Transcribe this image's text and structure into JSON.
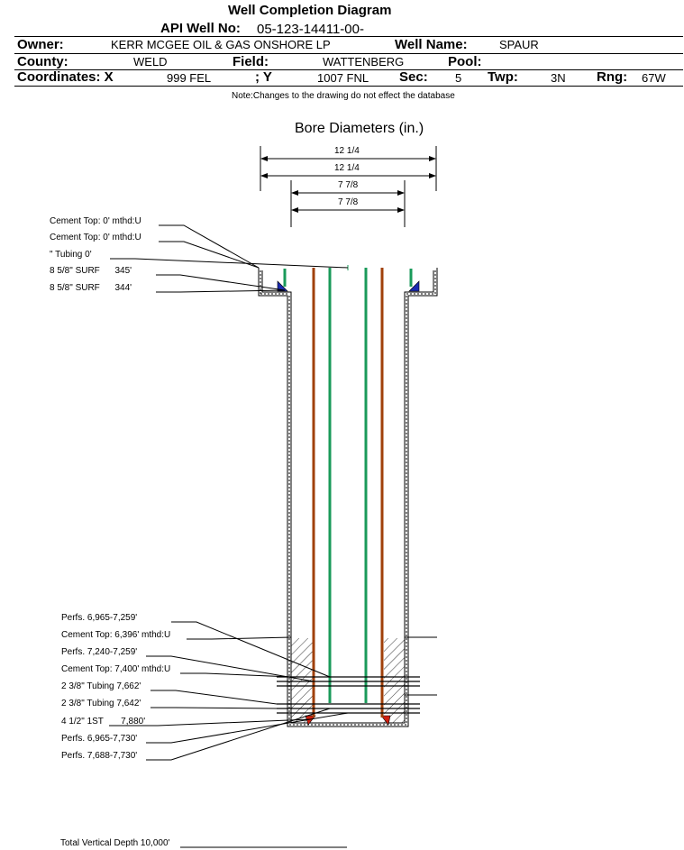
{
  "header": {
    "title": "Well Completion Diagram",
    "api_label": "API Well No:",
    "api_value": "05-123-14411-00-",
    "owner_label": "Owner:",
    "owner_value": "KERR MCGEE OIL & GAS ONSHORE LP",
    "well_name_label": "Well Name:",
    "well_name_value": "SPAUR",
    "county_label": "County:",
    "county_value": "WELD",
    "field_label": "Field:",
    "field_value": "WATTENBERG",
    "pool_label": "Pool:",
    "pool_value": "",
    "coord_x_label": "Coordinates: X",
    "coord_x_value": "999 FEL",
    "coord_y_label": "; Y",
    "coord_y_value": "1007 FNL",
    "sec_label": "Sec:",
    "sec_value": "5",
    "twp_label": "Twp:",
    "twp_value": "3N",
    "rng_label": "Rng:",
    "rng_value": "67W",
    "note": "Note:Changes to the drawing do not effect the database"
  },
  "bore": {
    "title": "Bore Diameters (in.)",
    "diameters": [
      "12 1/4",
      "12 1/4",
      "7 7/8",
      "7 7/8"
    ]
  },
  "annotations_top": [
    "Cement Top: 0' mthd:U",
    "Cement Top: 0' mthd:U",
    "\" Tubing 0'",
    "8 5/8\" SURF      345'",
    "8 5/8\" SURF      344'"
  ],
  "annotations_bottom": [
    "Perfs. 6,965-7,259'",
    "Cement Top: 6,396' mthd:U",
    "Perfs. 7,240-7,259'",
    "Cement Top: 7,400' mthd:U",
    "2 3/8\" Tubing 7,662'",
    "2 3/8\" Tubing 7,642'",
    "4 1/2\" 1ST       7,880'",
    "Perfs. 6,965-7,730'",
    "Perfs. 7,688-7,730'"
  ],
  "total_depth": "Total Vertical Depth 10,000'",
  "colors": {
    "tubing_green": "#1a9a5a",
    "casing_brown": "#a0400a",
    "cement_blue": "#1a2ab0",
    "cement_red": "#d02010"
  }
}
